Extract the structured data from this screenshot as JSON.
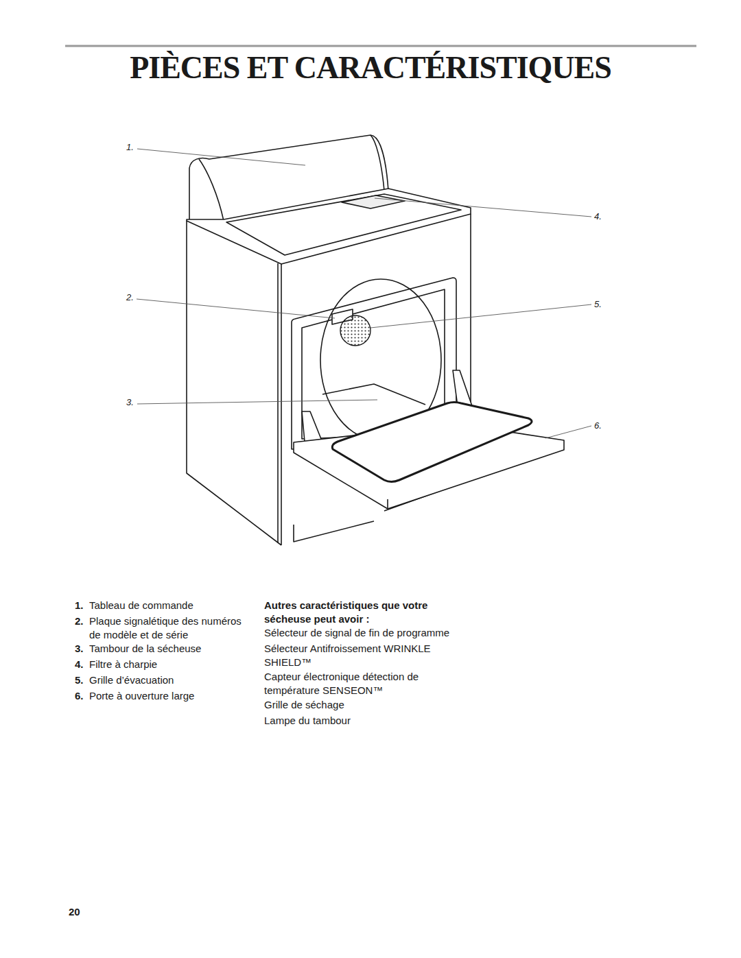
{
  "diagram": {
    "title": "PIÈCES ET CARACTÉRISTIQUES",
    "labels": [
      "1.",
      "4.",
      "2.",
      "5.",
      "3.",
      "6.",
      "1.",
      "Tableau de commande",
      "2.",
      "Plaque signalétique des numéros de modèle et de série",
      "3.",
      "Tambour de la sécheuse",
      "4.",
      "Filtre à charpie",
      "5.",
      "Grille d’évacuation",
      "6.",
      "Porte à ouverture large",
      "Autres caractéristiques que votre sécheuse peut avoir :",
      "Sélecteur de signal de fin de programme",
      "Sélecteur Antifroissement WRINKLE SHIELD™",
      "Capteur électronique détection de température SENSEON™",
      "Grille de séchage",
      "Lampe du tambour",
      "20"
    ]
  }
}
